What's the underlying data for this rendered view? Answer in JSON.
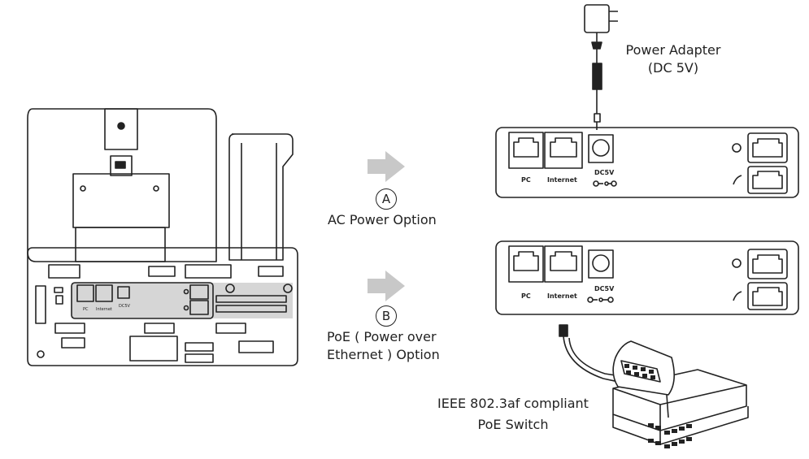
{
  "power_adapter": {
    "line1": "Power Adapter",
    "line2": "(DC 5V)"
  },
  "option_a": {
    "letter": "A",
    "label": "AC Power Option"
  },
  "option_b": {
    "letter": "B",
    "line1": "PoE ( Power over",
    "line2": "Ethernet ) Option"
  },
  "switch": {
    "line1": "IEEE 802.3af compliant",
    "line2": "PoE Switch"
  },
  "ports": {
    "pc": "PC",
    "internet": "Internet",
    "dc": "DC5V"
  },
  "colors": {
    "stroke": "#222222",
    "arrow": "#c8c8c8",
    "highlight": "#d6d6d6"
  }
}
